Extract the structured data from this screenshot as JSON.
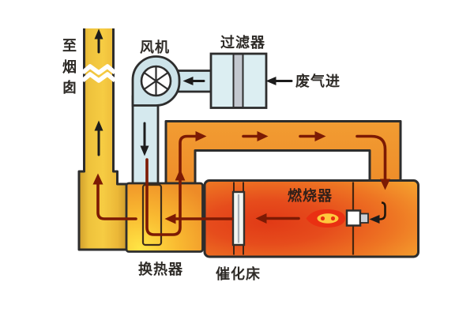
{
  "labels": {
    "to_chimney": "至烟囱",
    "fan": "风机",
    "filter": "过滤器",
    "waste_gas_in": "废气进",
    "burner": "燃烧器",
    "heat_exchanger": "换热器",
    "catalytic_bed": "催化床"
  },
  "colors": {
    "duct_orange": "#f0952e",
    "chimney_gold": "#f2c43e",
    "chamber_deep_red": "#e13a16",
    "chamber_yellow_orange": "#f6aa31",
    "heat_exchanger_yellow": "#ffe545",
    "blue_duct": "#cfe6ec",
    "filter_blue": "#dceef2",
    "flow_arrow_dark_red": "#7c1a04",
    "flow_arrow_black": "#1c1c1c",
    "outline_dark": "#2d2d2d",
    "flame_red": "#e93012",
    "flame_core_yellow": "#ffc83d",
    "catalyst_slab_white": "#f4f6f2"
  }
}
